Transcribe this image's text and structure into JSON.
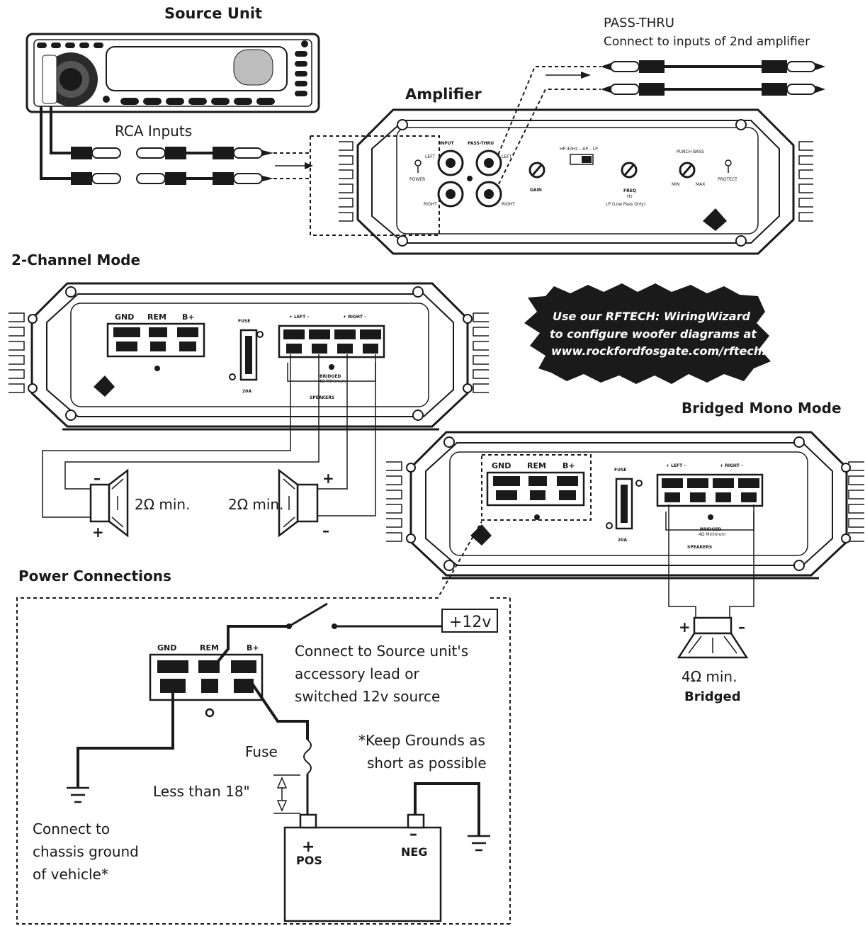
{
  "headings": {
    "source_unit": "Source Unit",
    "amplifier": "Amplifier",
    "two_channel": "2-Channel Mode",
    "bridged_mono": "Bridged Mono Mode",
    "power_connections": "Power Connections"
  },
  "labels": {
    "pass_thru_title": "PASS-THRU",
    "pass_thru_desc": "Connect to inputs of 2nd amplifier",
    "rca_inputs": "RCA Inputs",
    "wizard_line1": "Use our RFTECH: WiringWizard",
    "wizard_line2": "to configure woofer diagrams at",
    "wizard_line3": "www.rockfordfosgate.com/rftech.",
    "speaker_left_imp": "2Ω min.",
    "speaker_right_imp": "2Ω min.",
    "bridged_imp": "4Ω min.",
    "bridged_word": "Bridged",
    "plus12v": "+12v",
    "acc_line1": "Connect to Source unit's",
    "acc_line2": "accessory lead or",
    "acc_line3": "switched 12v source",
    "keep_line1": "*Keep Grounds as",
    "keep_line2": "short as possible",
    "fuse": "Fuse",
    "less_than": "Less than 18\"",
    "chassis_line1": "Connect to",
    "chassis_line2": "chassis ground",
    "chassis_line3": "of vehicle*",
    "pos": "POS",
    "neg": "NEG",
    "plus": "+",
    "minus": "–"
  },
  "amp_panel": {
    "input": "INPUT",
    "pass_thru": "PASS-THRU",
    "left": "LEFT",
    "right": "RIGHT",
    "power": "POWER",
    "gain": "GAIN",
    "freq": "FREQ",
    "freq_unit": "Hz",
    "lp_note": "LP (Low Pass Only)",
    "xover": "HP-40Hz – AP – LP",
    "punch_bass": "PUNCH BASS",
    "min": "MIN",
    "max": "MAX",
    "protect": "PROTECT"
  },
  "terminals": {
    "gnd": "GND",
    "rem": "REM",
    "bplus": "B+",
    "fuse": "FUSE",
    "fuse_rating": "20A",
    "left": "+ LEFT –",
    "right": "+ RIGHT –",
    "bridged": "BRIDGED",
    "bridged_min": "4Ω Minimum",
    "speakers": "SPEAKERS"
  }
}
